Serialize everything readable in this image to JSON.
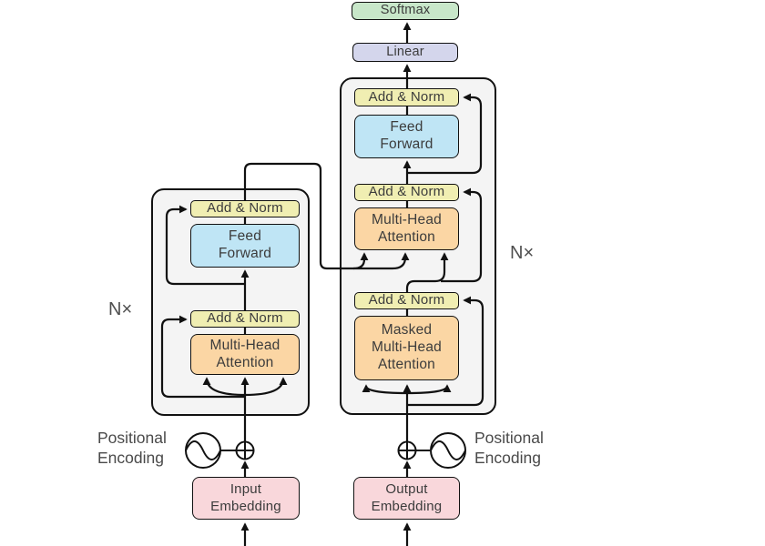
{
  "colors": {
    "softmax": "#c8e7c9",
    "linear": "#d4d6ec",
    "add_norm": "#f0eeb2",
    "feed_forward": "#bfe5f5",
    "attention": "#fbd6a4",
    "embedding": "#f9d7db",
    "stack_bg": "#f4f4f4"
  },
  "output_head": {
    "softmax_label": "Softmax",
    "linear_label": "Linear"
  },
  "decoder": {
    "repeat_label": "N×",
    "add_norm_top_label": "Add & Norm",
    "feed_forward_label": "Feed\nForward",
    "add_norm_mid_label": "Add & Norm",
    "multi_head_attention_label": "Multi-Head\nAttention",
    "add_norm_bottom_label": "Add & Norm",
    "masked_multi_head_attention_label": "Masked\nMulti-Head\nAttention",
    "output_embedding_label": "Output\nEmbedding",
    "positional_encoding_label": "Positional\nEncoding"
  },
  "encoder": {
    "repeat_label": "N×",
    "add_norm_top_label": "Add & Norm",
    "feed_forward_label": "Feed\nForward",
    "add_norm_bottom_label": "Add & Norm",
    "multi_head_attention_label": "Multi-Head\nAttention",
    "input_embedding_label": "Input\nEmbedding",
    "positional_encoding_label": "Positional\nEncoding"
  }
}
